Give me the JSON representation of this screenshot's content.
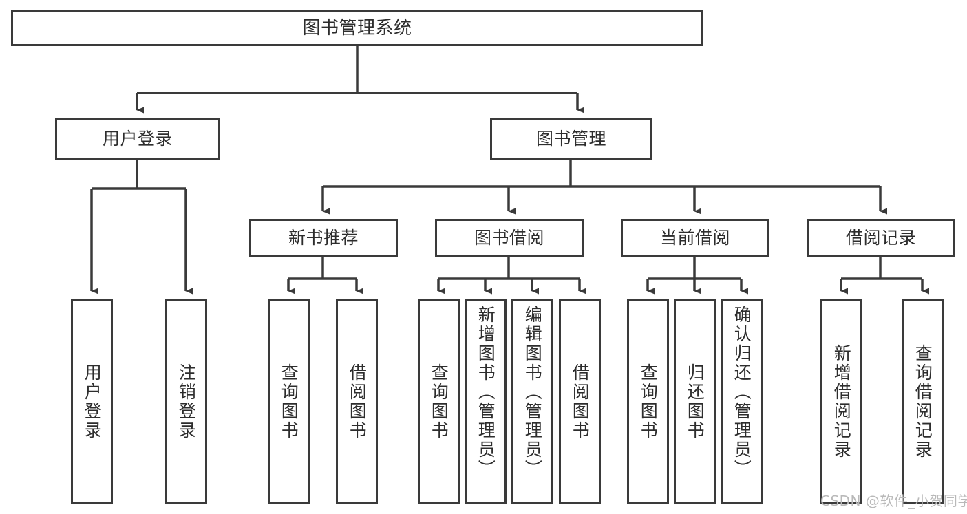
{
  "diagram": {
    "title": "图书管理系统",
    "root": {
      "label": "图书管理系统"
    },
    "branches": {
      "user_login": "用户登录",
      "book_manage": "图书管理",
      "new_book_rec": "新书推荐",
      "book_borrow": "图书借阅",
      "current_borrow": "当前借阅",
      "borrow_record": "借阅记录"
    },
    "leaves": {
      "user_login_1": "用户登录",
      "user_login_2": "注销登录",
      "new_book_rec_1": "查询图书",
      "new_book_rec_2": "借阅图书",
      "book_borrow_1": "查询图书",
      "book_borrow_2": "新增图书（管理员）",
      "book_borrow_3": "编辑图书（管理员）",
      "book_borrow_4": "借阅图书",
      "current_borrow_1": "查询图书",
      "current_borrow_2": "归还图书",
      "current_borrow_3": "确认归还（管理员）",
      "borrow_record_1": "新增借阅记录",
      "borrow_record_2": "查询借阅记录"
    }
  },
  "watermark": {
    "text": "CSDN @软件_小贺同学"
  },
  "colors": {
    "border": "#3a3a3a",
    "text": "#2d2d2d",
    "background": "#ffffff",
    "watermark": "#b9b9b9"
  }
}
